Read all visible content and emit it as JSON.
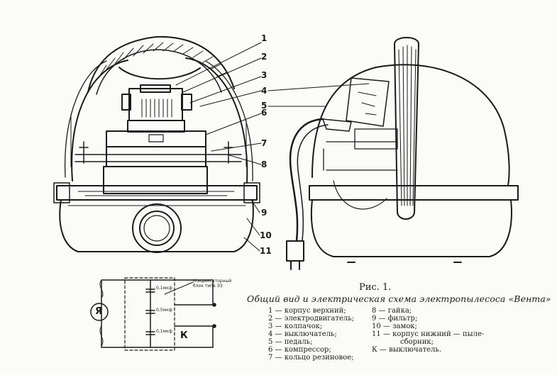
{
  "figure": {
    "title": "Рис. 1.",
    "subtitle": "Общий вид и электрическая схема электропылесоса «Вента»"
  },
  "part_numbers": [
    "1",
    "2",
    "3",
    "4",
    "5",
    "6",
    "7",
    "8",
    "9",
    "10",
    "11"
  ],
  "legend_left": [
    "1 — корпус верхний;",
    "2 — электродвигатель;",
    "3 — колпачок;",
    "4 — выключатель;",
    "5 — педаль;",
    "6 — компрессор;",
    "7 — кольцо резиновое;"
  ],
  "legend_right": [
    "8 — гайка;",
    "9 — фильтр;",
    "10 — замок;",
    "11 — корпус нижний — пыле-",
    "сборник;",
    "К — выключатель."
  ],
  "schematic": {
    "motor_label": "Я",
    "switch_label": "К",
    "annotation": "Конденсаторный блок типа ЭЗ",
    "cap_top": "0,1мкф",
    "cap_mid": "0,5мкф",
    "cap_bottom": "0,1мкф"
  }
}
